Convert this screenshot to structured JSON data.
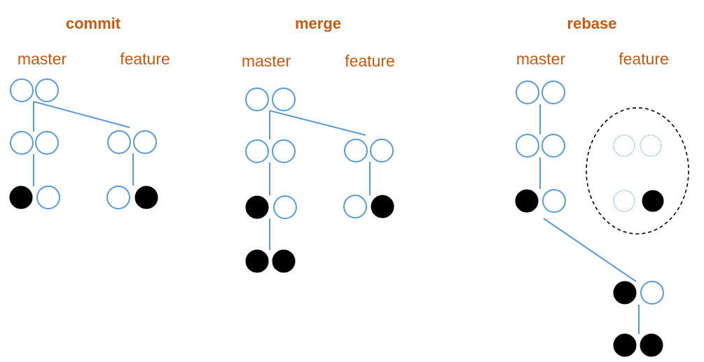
{
  "colors": {
    "text": "#C55A11",
    "line": "#5B9BD5",
    "hollow_fill": "#FFFFFF",
    "filled": "#000000",
    "dashed_ellipse": "#000000"
  },
  "panels": {
    "commit": {
      "title": "commit",
      "master_label": "master",
      "feature_label": "feature"
    },
    "merge": {
      "title": "merge",
      "master_label": "master",
      "feature_label": "feature"
    },
    "rebase": {
      "title": "rebase",
      "master_label": "master",
      "feature_label": "feature"
    }
  }
}
